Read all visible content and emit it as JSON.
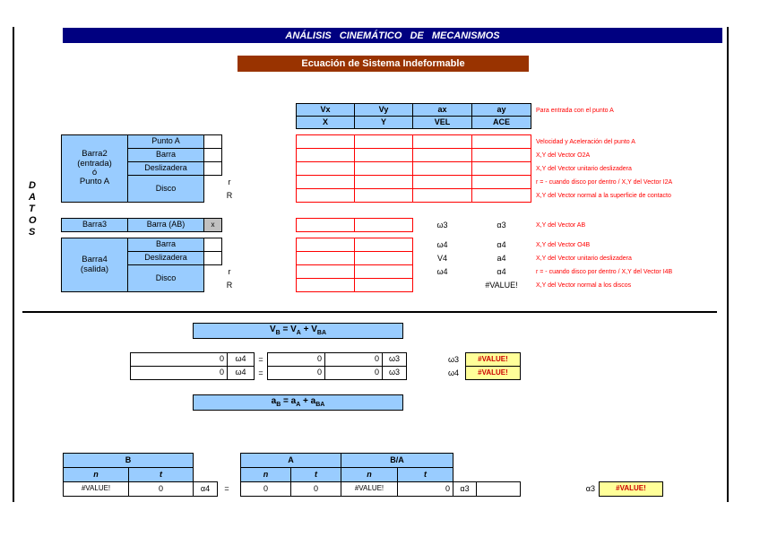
{
  "page": {
    "title": "ANÁLISIS  CINEMÁTICO  DE  MECANISMOS",
    "subtitle": "Ecuación de Sistema Indeformable"
  },
  "datos": [
    "D",
    "A",
    "T",
    "O",
    "S"
  ],
  "colors": {
    "header_bg": "#000080",
    "subtitle_bg": "#993300",
    "cell_blue": "#99CCFF",
    "result_yellow": "#FFFF99",
    "annotation_red": "#FF0000"
  },
  "grid": {
    "header_row1": [
      "Vx",
      "Vy",
      "ax",
      "ay"
    ],
    "header_row2": [
      "X",
      "Y",
      "VEL",
      "ACE"
    ],
    "note": "Para entrada con el punto A"
  },
  "barra2": {
    "title_lines": [
      "Barra2",
      "(entrada)",
      "ó",
      "Punto A"
    ],
    "rows": [
      "Punto A",
      "Barra",
      "Deslizadera",
      "Disco"
    ],
    "r": "r",
    "R": "R",
    "notes": [
      "Velocidad y Aceleración del punto A",
      "X,Y del Vector O2A",
      "X,Y del Vector unitario deslizadera",
      "r = - cuando disco por dentro / X,Y del Vector I2A",
      "X,Y del Vector normal a la superficie de contacto"
    ]
  },
  "barra3": {
    "label": "Barra3",
    "row": "Barra (AB)",
    "flag": "x",
    "omega": "ω3",
    "alpha": "α3",
    "note": "X,Y del Vector AB"
  },
  "barra4": {
    "title_lines": [
      "Barra4",
      "(salida)"
    ],
    "rows": [
      "Barra",
      "Deslizadera",
      "Disco"
    ],
    "r": "r",
    "R": "R",
    "sym": {
      "barra_omega": "ω4",
      "barra_alpha": "α4",
      "desl_v": "V4",
      "desl_a": "a4",
      "disco_omega": "ω4",
      "disco_alpha": "α4",
      "disco_err": "#VALUE!"
    },
    "notes": [
      "X,Y del Vector O4B",
      "X,Y del Vector unitario deslizadera",
      "r = - cuando disco por dentro / X,Y del Vector I4B",
      "X,Y del Vector normal a los discos"
    ]
  },
  "velocity": {
    "formula": {
      "p1": "V",
      "s1": "B",
      "p2": " = V",
      "s2": "A",
      "p3": " + V",
      "s3": "BA"
    },
    "rows": [
      {
        "coef": "0",
        "v": "ω4",
        "eq": "=",
        "a": "0",
        "b": "0",
        "bv": "ω3",
        "label": "ω3",
        "result": "#VALUE!"
      },
      {
        "coef": "0",
        "v": "ω4",
        "eq": "=",
        "a": "0",
        "b": "0",
        "bv": "ω3",
        "label": "ω4",
        "result": "#VALUE!"
      }
    ]
  },
  "accel": {
    "formula": {
      "p1": "a",
      "s1": "B",
      "p2": " = a",
      "s2": "A",
      "p3": " + a",
      "s3": "BA"
    },
    "b_header": "B",
    "a_header": "A",
    "ba_header": "B/A",
    "n": "n",
    "t": "t",
    "row": {
      "bn": "#VALUE!",
      "bt": "0",
      "bv": "α4",
      "eq": "=",
      "an": "0",
      "at": "0",
      "ban": "#VALUE!",
      "bat": "0",
      "bav": "α3"
    },
    "label": "α3",
    "result": "#VALUE!"
  }
}
